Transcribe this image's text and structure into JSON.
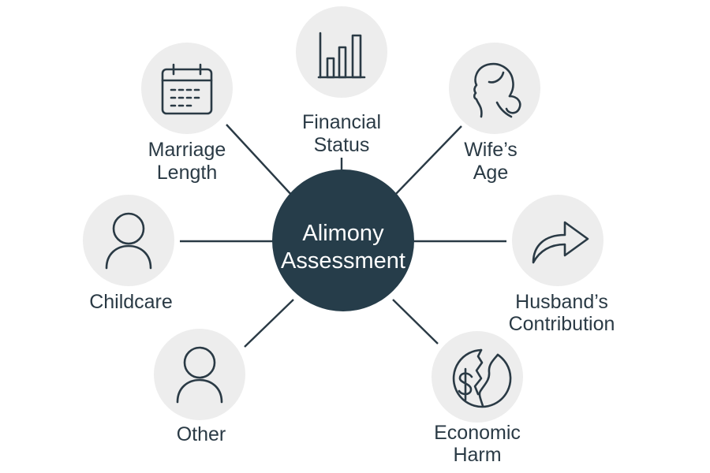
{
  "center": {
    "line1": "Alimony",
    "line2": "Assessment",
    "color": "#263d4a"
  },
  "factors": [
    {
      "id": "financial-status",
      "line1": "Financial",
      "line2": "Status",
      "icon": "bar-chart-icon"
    },
    {
      "id": "marriage-length",
      "line1": "Marriage",
      "line2": "Length",
      "icon": "calendar-icon"
    },
    {
      "id": "wifes-age",
      "line1": "Wife’s",
      "line2": "Age",
      "icon": "woman-profile-icon"
    },
    {
      "id": "childcare",
      "line1": "Childcare",
      "icon": "person-icon"
    },
    {
      "id": "husbands-contribution",
      "line1": "Husband’s",
      "line2": "Contribution",
      "icon": "arrow-share-icon"
    },
    {
      "id": "other",
      "line1": "Other",
      "icon": "person-icon"
    },
    {
      "id": "economic-harm",
      "line1": "Economic",
      "line2": "Harm",
      "icon": "broken-dollar-icon"
    }
  ]
}
